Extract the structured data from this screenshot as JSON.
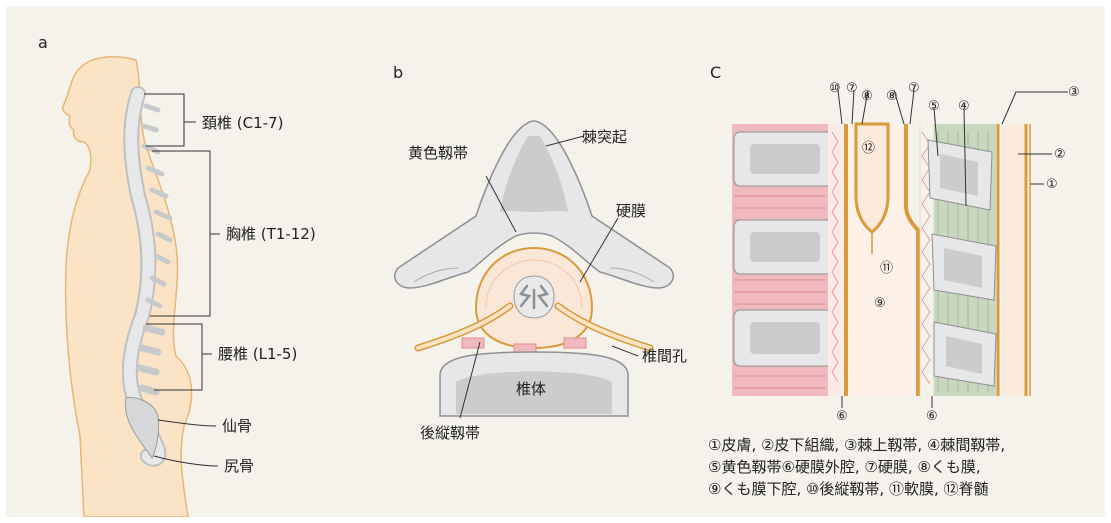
{
  "panels": {
    "a": {
      "letter": "a",
      "labels": {
        "cervical": "頚椎 (C1-7)",
        "thoracic": "胸椎 (T1-12)",
        "lumbar": "腰椎 (L1-5)",
        "sacrum": "仙骨",
        "coccyx": "尻骨"
      }
    },
    "b": {
      "letter": "b",
      "labels": {
        "ligamentum_flavum": "黄色靱帯",
        "spinous_process": "棘突起",
        "dura": "硬膜",
        "intervertebral_foramen": "椎間孔",
        "vertebral_body": "椎体",
        "posterior_longitudinal_ligament": "後縦靱帯"
      }
    },
    "c": {
      "letter": "C",
      "markers": {
        "m10": "⑩",
        "m7a": "⑦",
        "m8a": "⑧",
        "m8b": "⑧",
        "m7b": "⑦",
        "m5": "⑤",
        "m4": "④",
        "m3": "③",
        "m2": "②",
        "m1": "①",
        "m12": "⑫",
        "m11": "⑪",
        "m9": "⑨",
        "m6a": "⑥",
        "m6b": "⑥"
      },
      "legend": [
        "①皮膚, ②皮下組織, ③棘上靱帯, ④棘間靱帯,",
        "⑤黄色靱帯⑥硬膜外腔, ⑦硬膜, ⑧くも膜,",
        "⑨くも膜下腔, ⑩後縦靱帯, ⑪軟膜, ⑫脊髄"
      ]
    }
  },
  "colors": {
    "background": "#f5f2ec",
    "skin": "#fbe4c6",
    "skin_outline": "#e9b474",
    "bone": "#e6e7e8",
    "bone_dark": "#c8c9cb",
    "dura": "#d99a3a",
    "pink": "#f0b9bd",
    "green": "#c9d7bf"
  }
}
